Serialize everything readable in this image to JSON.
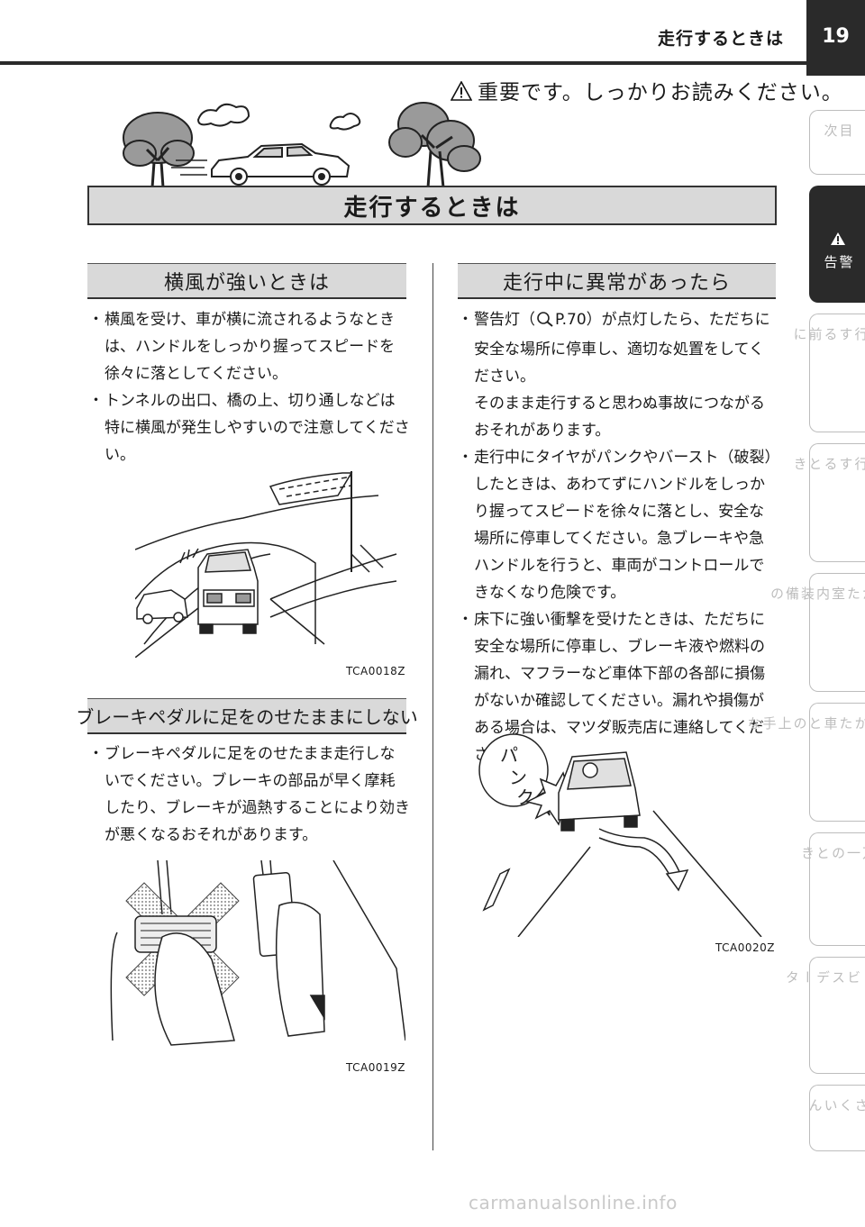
{
  "header": {
    "title": "走行するときは",
    "page_number": "19"
  },
  "notice": "重要です。しっかりお読みください。",
  "banner_title": "走行するときは",
  "left": {
    "section1": {
      "heading": "横風が強いときは",
      "bullets": [
        "横風を受け、車が横に流されるようなときは、ハンドルをしっかり握ってスピードを徐々に落としてください。",
        "トンネルの出口、橋の上、切り通しなどは特に横風が発生しやすいので注意してください。"
      ],
      "caption": "TCA0018Z"
    },
    "section2": {
      "heading": "ブレーキペダルに足をのせたままにしない",
      "bullets": [
        "ブレーキペダルに足をのせたまま走行しないでください。ブレーキの部品が早く摩耗したり、ブレーキが過熱することにより効きが悪くなるおそれがあります。"
      ],
      "caption": "TCA0019Z"
    }
  },
  "right": {
    "heading": "走行中に異常があったら",
    "bullet1": {
      "before": "警告灯（",
      "ref": "P.70",
      "after": "）が点灯したら、ただちに安全な場所に停車し、適切な処置をしてください。"
    },
    "para1": "そのまま走行すると思わぬ事故につながるおそれがあります。",
    "bullets": [
      "走行中にタイヤがパンクやバースト（破裂）したときは、あわてずにハンドルをしっかり握ってスピードを徐々に落とし、安全な場所に停車してください。急ブレーキや急ハンドルを行うと、車両がコントロールできなくなり危険です。",
      "床下に強い衝撃を受けたときは、ただちに安全な場所に停車し、ブレーキ液や燃料の漏れ、マフラーなど車体下部の各部に損傷がないか確認してください。漏れや損傷がある場合は、マツダ販売店に連絡してください。"
    ],
    "bubble_text": "パンク",
    "caption": "TCA0020Z"
  },
  "sidebar": {
    "tabs": [
      {
        "label": "目\n次",
        "active": false
      },
      {
        "label": "警\n告",
        "active": true
      },
      {
        "label": "走\n行\nす\nる\n前\nに",
        "active": false
      },
      {
        "label": "走\n行\nす\nる\nと\nき",
        "active": false
      },
      {
        "label": "室\n内\n装\n備\nの",
        "label2": "使\nい\nか\nた",
        "active": false
      },
      {
        "label": "車\nと\nの\n上\n手\nな",
        "label2": "つ\nき\nあ\nい\nか\nた",
        "active": false
      },
      {
        "label": "万\n一\nの\nと\nき",
        "active": false
      },
      {
        "label": "サ\nー\nビ\nス\nデ\nー\nタ",
        "active": false
      },
      {
        "label": "さ\nく\nい\nん",
        "active": false
      }
    ]
  },
  "watermark": "carmanualsonline.info"
}
